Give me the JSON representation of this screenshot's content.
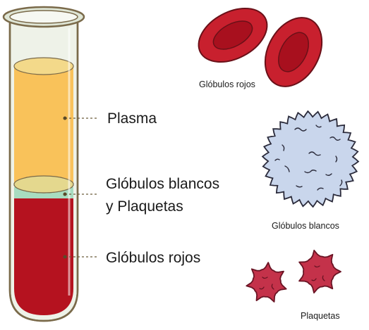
{
  "tube": {
    "label_plasma": "Plasma",
    "label_buffy_line1": "Glóbulos blancos",
    "label_buffy_line2": "y Plaquetas",
    "label_red": "Glóbulos rojos"
  },
  "cells": {
    "red_label": "Glóbulos rojos",
    "white_label": "Glóbulos blancos",
    "platelets_label": "Plaquetas"
  },
  "colors": {
    "outline": "#7a6a4a",
    "tube_glass": "#eef2e8",
    "plasma": "#f9c25a",
    "plasma_top": "#f3d98a",
    "buffy": "#a8dcc0",
    "blood": "#b5121f",
    "red_cell": "#c8202e",
    "red_cell_inner": "#a8101e",
    "white_cell": "#c9d6ec",
    "platelet": "#c4324a"
  }
}
